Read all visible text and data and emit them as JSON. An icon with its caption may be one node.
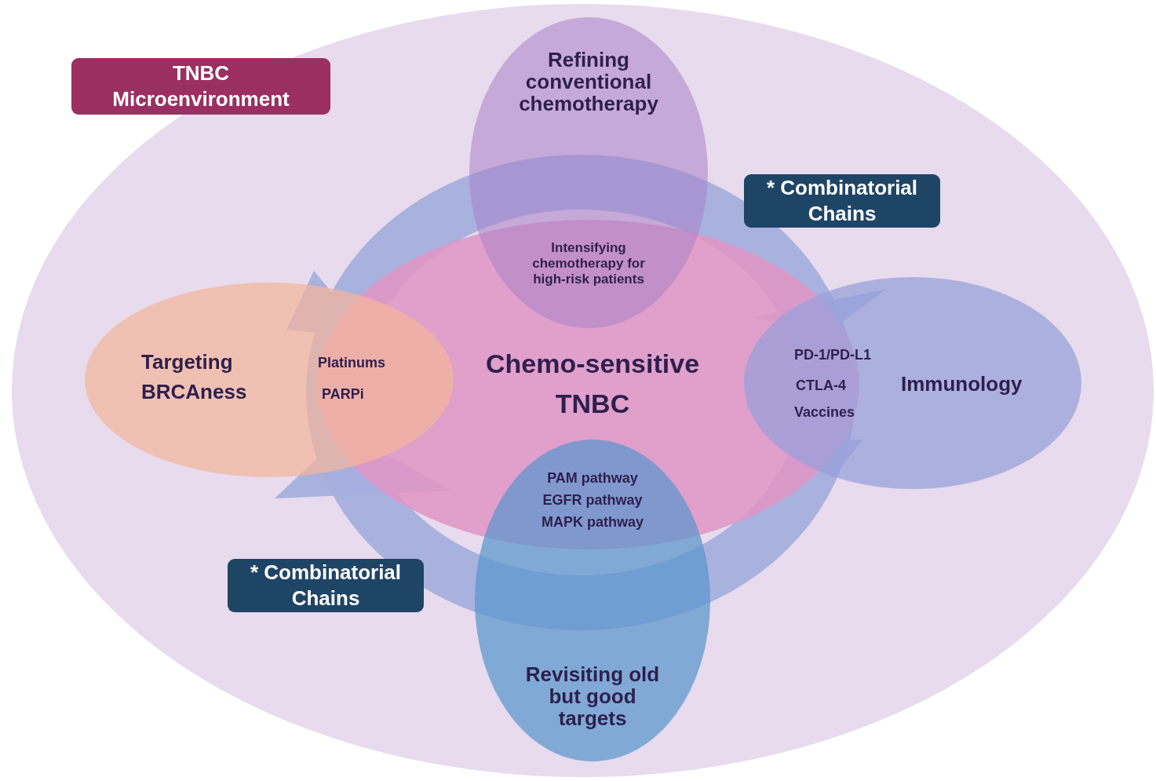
{
  "diagram": {
    "nodes": [
      {
        "text": [],
        "shape": "ellipse"
      },
      {
        "text": [
          "TNBC Microenvironment"
        ],
        "in": 0
      },
      {
        "text": [
          "Refining conventional chemotherapy",
          "Intensifying chemotherapy for high-risk patients"
        ],
        "in": 0
      },
      {
        "text": [
          "* Combinatorial Chains"
        ],
        "in": 0
      },
      {
        "text": [
          "Targeting BRCAness",
          "Platinums",
          "PARPi"
        ],
        "in": 0
      },
      {
        "text": [
          "Chemo-sensitive TNBC"
        ],
        "in": 0
      },
      {
        "text": [
          "Immunology",
          "PD-1/PD-L1",
          "CTLA-4",
          "Vaccines"
        ],
        "in": 0
      },
      {
        "text": [
          "* Combinatorial Chains"
        ],
        "in": 0
      },
      {
        "text": [
          "PAM pathway",
          "EGFR pathway",
          "MAPK pathway",
          "Revisiting old but good targets"
        ],
        "in": 0
      }
    ]
  }
}
